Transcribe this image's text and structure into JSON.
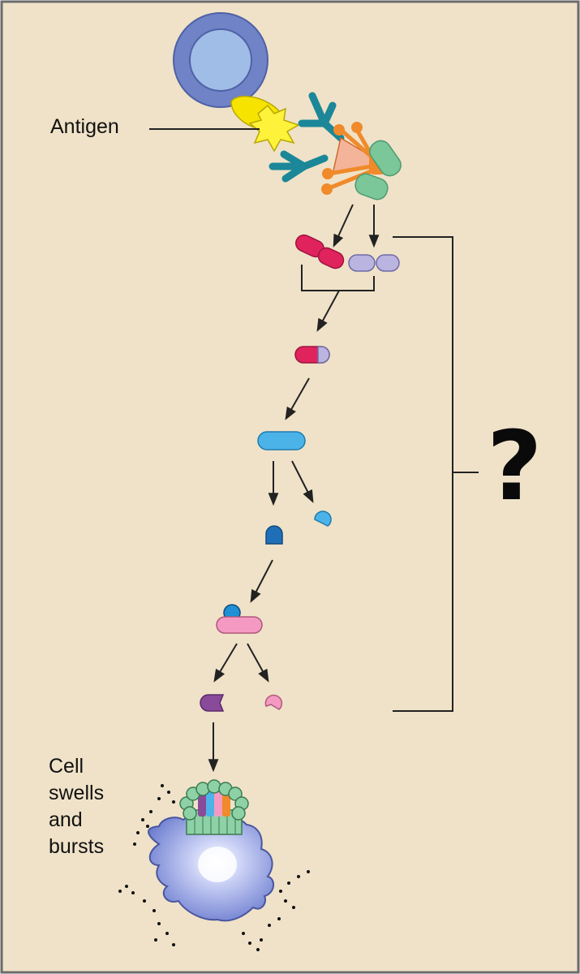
{
  "labels": {
    "antigen": "Antigen",
    "outcome_lines": [
      "Cell",
      "swells",
      "and",
      "bursts"
    ],
    "unknown_pathway": "?"
  },
  "colors": {
    "background": "#efe2c8",
    "border": "#6b6b6b",
    "antigen": "#fff23a",
    "antigen_stalk": "#f6e400",
    "cell_ring": "#6f83c6",
    "cell_core": "#9fbde6",
    "antibody": "#23a3b7",
    "c1_complex": "#f08a2a",
    "c1_core": "#f4b49a",
    "green_component": "#7bc79a",
    "red_fragment": "#e0235c",
    "lavender_fragment": "#b9b4e0",
    "blue_component": "#4cb3e8",
    "dark_blue_fragment": "#1f6fb8",
    "pink_component": "#f49ac2",
    "purple_fragment": "#8a4a9a",
    "pore_green": "#8fd1a6",
    "target_cell": "#8898e0",
    "arrow": "#222222"
  },
  "icons": [
    "target-cell-icon",
    "antigen-icon",
    "antibody-icon",
    "complement-fragment-icon",
    "membrane-pore-icon",
    "lysing-cell-icon"
  ]
}
